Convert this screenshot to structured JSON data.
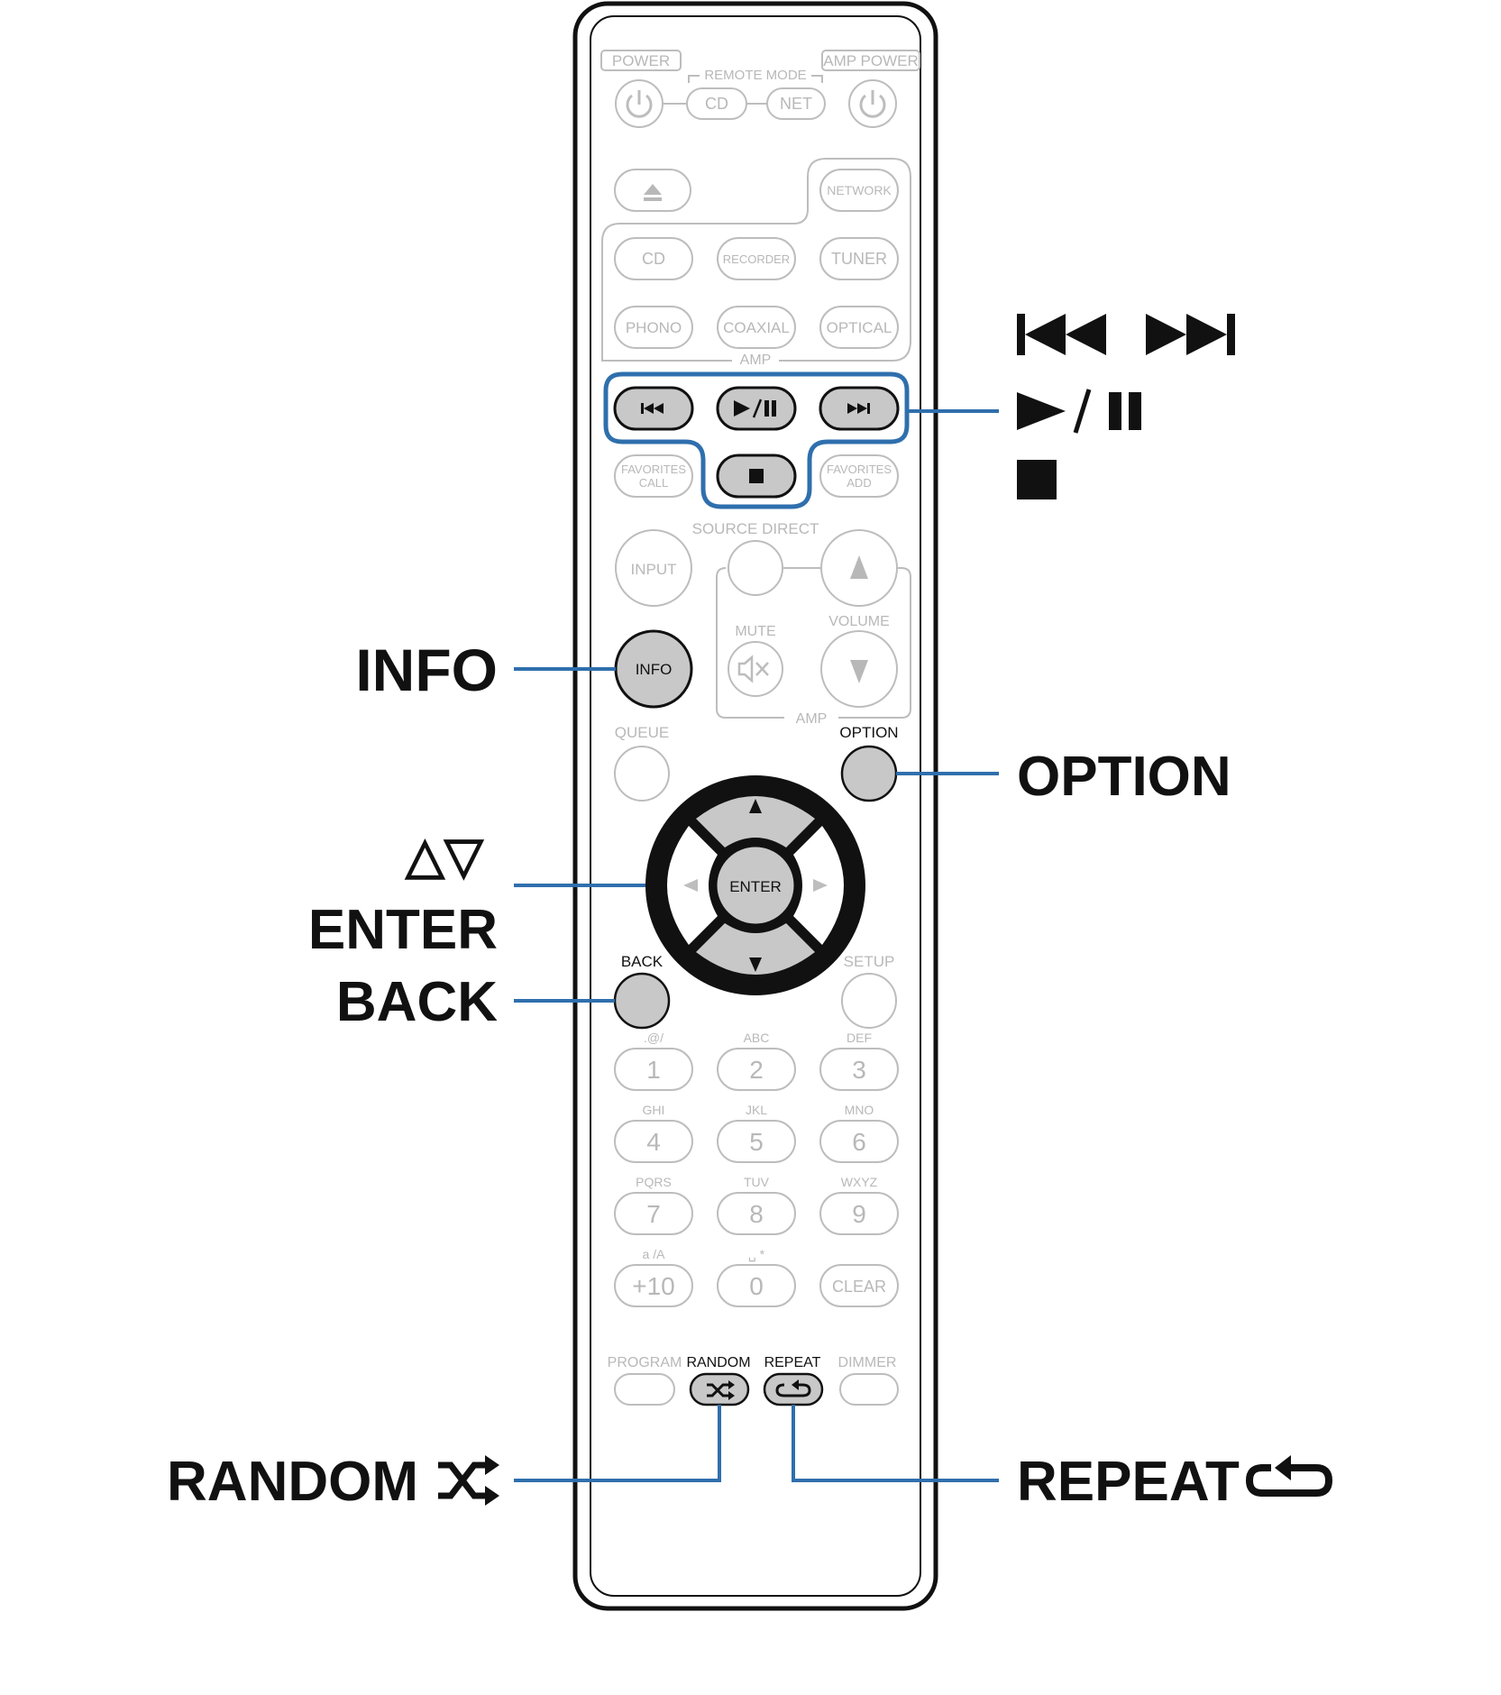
{
  "remote": {
    "top": {
      "power": "POWER",
      "remote_mode": "REMOTE MODE",
      "amp_power": "AMP POWER",
      "cd": "CD",
      "net": "NET"
    },
    "sources": {
      "network": "NETWORK",
      "cd": "CD",
      "recorder": "RECORDER",
      "tuner": "TUNER",
      "phono": "PHONO",
      "coaxial": "COAXIAL",
      "optical": "OPTICAL",
      "amp": "AMP"
    },
    "playback": {
      "favorites_call_1": "FAVORITES",
      "favorites_call_2": "CALL",
      "favorites_add_1": "FAVORITES",
      "favorites_add_2": "ADD",
      "play_pause_glyph": "►/II"
    },
    "middle": {
      "source_direct": "SOURCE DIRECT",
      "input": "INPUT",
      "mute": "MUTE",
      "volume": "VOLUME",
      "amp": "AMP",
      "info": "INFO",
      "queue": "QUEUE",
      "option": "OPTION",
      "enter": "ENTER",
      "back": "BACK",
      "setup": "SETUP"
    },
    "keypad": [
      {
        "sub": ".@/",
        "num": "1"
      },
      {
        "sub": "ABC",
        "num": "2"
      },
      {
        "sub": "DEF",
        "num": "3"
      },
      {
        "sub": "GHI",
        "num": "4"
      },
      {
        "sub": "JKL",
        "num": "5"
      },
      {
        "sub": "MNO",
        "num": "6"
      },
      {
        "sub": "PQRS",
        "num": "7"
      },
      {
        "sub": "TUV",
        "num": "8"
      },
      {
        "sub": "WXYZ",
        "num": "9"
      },
      {
        "sub": "a /A",
        "num": "+10"
      },
      {
        "sub": "␣ *",
        "num": "0"
      },
      {
        "sub": "",
        "num": "CLEAR"
      }
    ],
    "bottom": {
      "program": "PROGRAM",
      "random": "RANDOM",
      "repeat": "REPEAT",
      "dimmer": "DIMMER"
    }
  },
  "callouts": {
    "skip": "",
    "play_pause": "►/ II",
    "stop": "■",
    "info": "INFO",
    "option": "OPTION",
    "cursor": "△▽",
    "enter": "ENTER",
    "back": "BACK",
    "random": "RANDOM",
    "repeat": "REPEAT"
  },
  "colors": {
    "highlight_blue": "#2f6fad",
    "button_gray": "#c8c8c8",
    "faint_gray": "#bdbdbd",
    "outline_black": "#111111"
  },
  "icons": [
    "power-icon",
    "eject-icon",
    "previous-track-icon",
    "play-pause-icon",
    "next-track-icon",
    "stop-icon",
    "volume-up-icon",
    "volume-down-icon",
    "mute-icon",
    "cursor-up-icon",
    "cursor-down-icon",
    "cursor-left-icon",
    "cursor-right-icon",
    "random-icon",
    "repeat-icon"
  ]
}
